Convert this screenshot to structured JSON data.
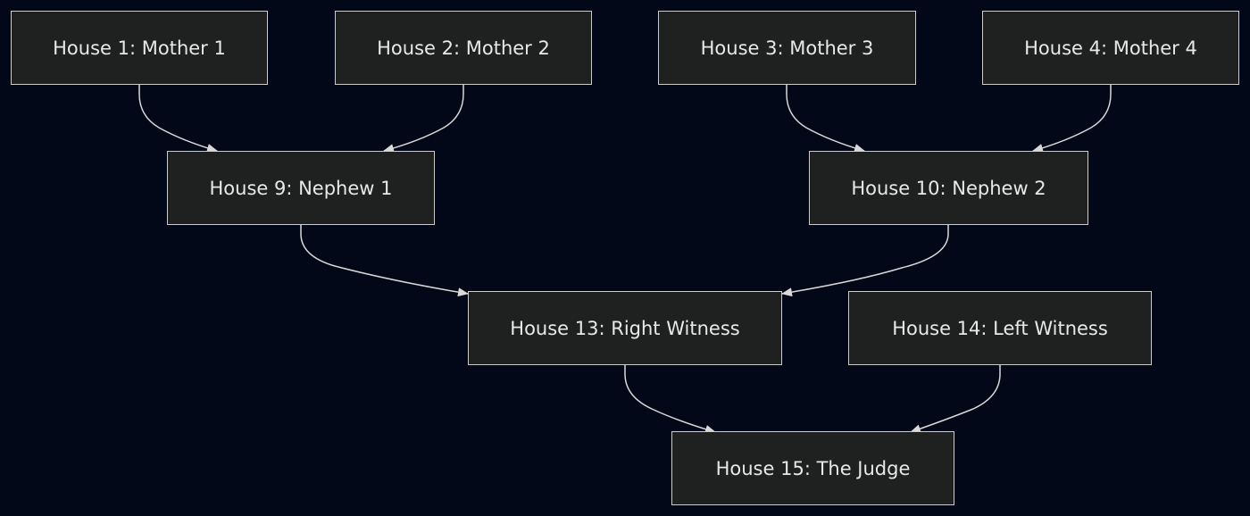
{
  "diagram": {
    "colors": {
      "background": "#020817",
      "node_fill": "#1f2020",
      "node_border": "#cccccc",
      "text": "#e8e8e8",
      "edge": "#d9d9d9"
    },
    "nodes": {
      "n1": "House 1: Mother 1",
      "n2": "House 2: Mother 2",
      "n3": "House 3: Mother 3",
      "n4": "House 4: Mother 4",
      "n9": "House 9: Nephew 1",
      "n10": "House 10: Nephew 2",
      "n13": "House 13: Right Witness",
      "n14": "House 14: Left Witness",
      "n15": "House 15: The Judge"
    },
    "edges": [
      {
        "from": "n1",
        "to": "n9"
      },
      {
        "from": "n2",
        "to": "n9"
      },
      {
        "from": "n3",
        "to": "n10"
      },
      {
        "from": "n4",
        "to": "n10"
      },
      {
        "from": "n9",
        "to": "n13"
      },
      {
        "from": "n10",
        "to": "n13"
      },
      {
        "from": "n13",
        "to": "n15"
      },
      {
        "from": "n14",
        "to": "n15"
      }
    ]
  }
}
